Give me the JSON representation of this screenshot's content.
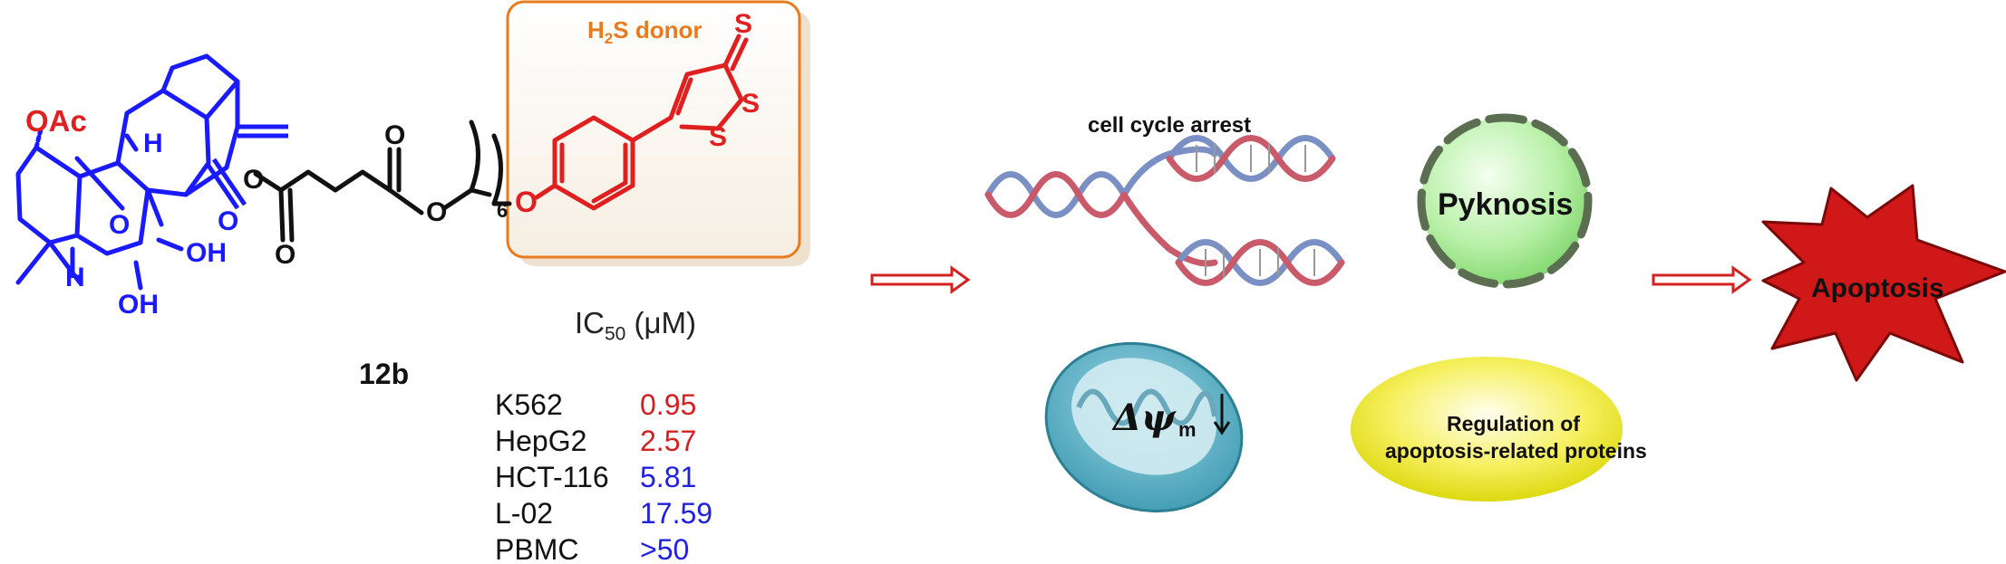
{
  "compound": {
    "label": "12b",
    "acetoxy": "OAc",
    "h_top": "H",
    "h_bottom": "H",
    "bridge_o": "O",
    "oh_right": "OH",
    "oh_bottom": "OH",
    "ester_o1": "O",
    "ester_o2": "O",
    "carbonyl_o1": "O",
    "carbonyl_o2": "O",
    "carbonyl_o3": "O",
    "chain_o": "O",
    "chain_repeat": "6",
    "phenol_o": "O",
    "ring_s1": "S",
    "ring_s2": "S",
    "thione_s": "S"
  },
  "donor": {
    "label_prefix": "H",
    "label_sub": "2",
    "label_suffix": "S donor"
  },
  "ic50": {
    "header_main": "IC",
    "header_sub": "50",
    "header_unit": " (μM)",
    "rows": [
      {
        "cell": "K562",
        "value": "0.95",
        "color": "#d42020"
      },
      {
        "cell": "HepG2",
        "value": "2.57",
        "color": "#d42020"
      },
      {
        "cell": "HCT-116",
        "value": "5.81",
        "color": "#2020e0"
      },
      {
        "cell": "L-02",
        "value": "17.59",
        "color": "#2020e0"
      },
      {
        "cell": "PBMC",
        "value": ">50",
        "color": "#2020e0"
      }
    ]
  },
  "mechanism": {
    "cell_cycle": "cell cycle arrest",
    "pyknosis": "Pyknosis",
    "potential_symbol": "Δψ",
    "potential_sub": "m",
    "regulation_line1": "Regulation of",
    "regulation_line2": "apoptosis-related proteins",
    "apoptosis": "Apoptosis"
  },
  "colors": {
    "scaffold": "#1a1aff",
    "linker": "#111111",
    "donor": "#e02020",
    "donor_box": "#e87b1e",
    "arrow": "#d42020"
  }
}
